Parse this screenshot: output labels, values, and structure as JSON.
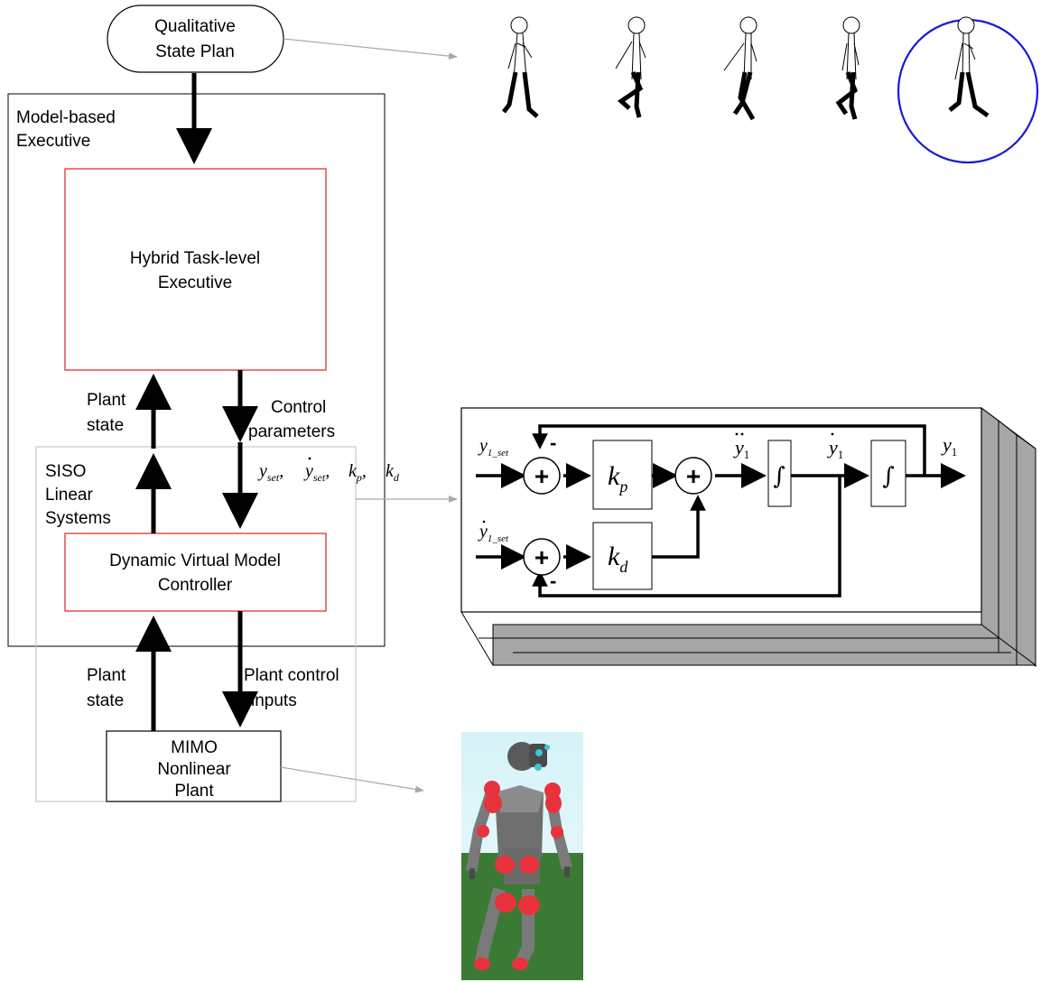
{
  "plan": {
    "line1": "Qualitative",
    "line2": "State Plan"
  },
  "executive": {
    "line1": "Model-based",
    "line2": "Executive"
  },
  "hybrid": {
    "line1": "Hybrid Task-level",
    "line2": "Executive"
  },
  "plant_state_upper": {
    "line1": "Plant",
    "line2": "state"
  },
  "control_params": {
    "line1": "Control",
    "line2": "parameters"
  },
  "siso": {
    "line1": "SISO",
    "line2": "Linear",
    "line3": "Systems"
  },
  "dvmc": {
    "line1": "Dynamic Virtual Model",
    "line2": "Controller"
  },
  "plant_state_lower": {
    "line1": "Plant",
    "line2": "state"
  },
  "plant_inputs": {
    "line1": "Plant control",
    "line2": "inputs"
  },
  "mimo": {
    "line1": "MIMO",
    "line2": "Nonlinear",
    "line3": "Plant"
  },
  "params_math": {
    "y": "y",
    "set": "set",
    "kp_k": "k",
    "kp_p": "p",
    "kd_k": "k",
    "kd_d": "d"
  },
  "block": {
    "in1": "y",
    "in1_sub": "1_set",
    "in2": "y",
    "in2_sub": "1_set",
    "plus": "+",
    "minus": "-",
    "kp_k": "k",
    "kp_p": "p",
    "kd_k": "k",
    "kd_d": "d",
    "integral": "∫",
    "ydd": "y",
    "ydd_sub": "1",
    "yd": "y",
    "yd_sub": "1",
    "y": "y",
    "y_sub": "1"
  },
  "colors": {
    "red_box": "#e02020",
    "circle": "#1a1ad6",
    "arrow_gray": "#9a9a9a",
    "block_gray": "#a6a6a6"
  },
  "icons": [
    "stick-figure-icon",
    "robot-render"
  ]
}
